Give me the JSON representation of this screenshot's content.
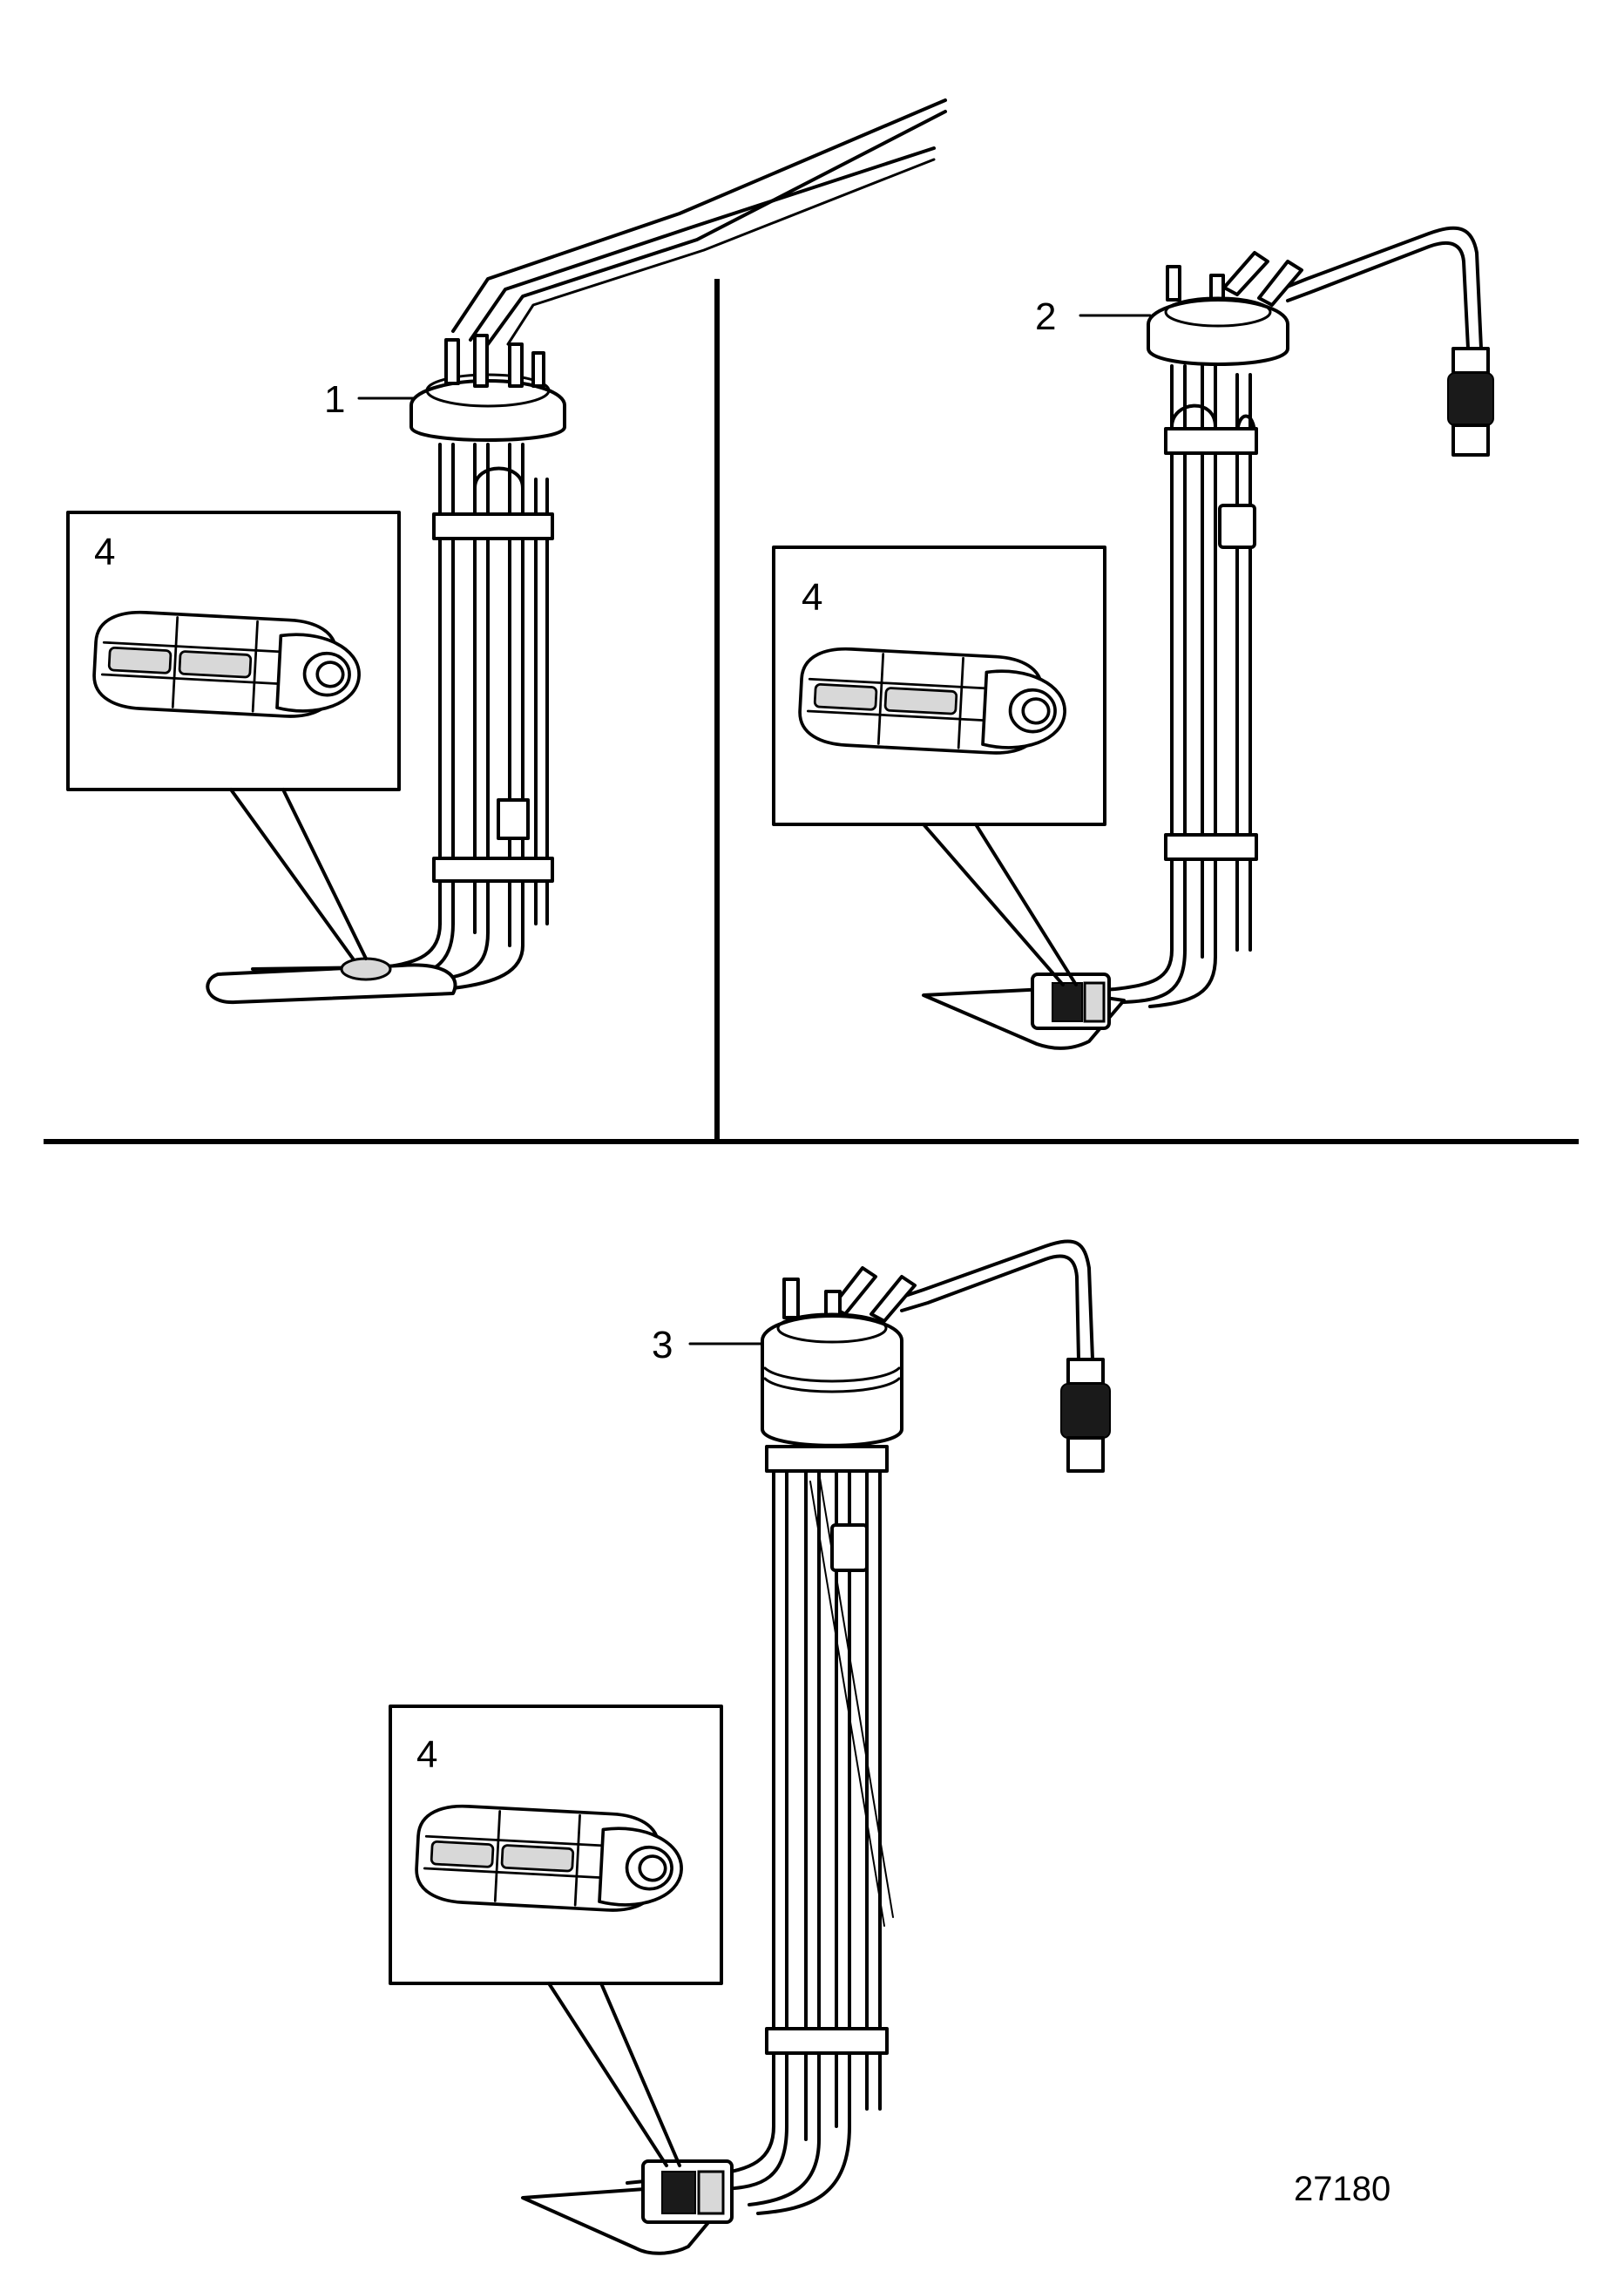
{
  "labels": {
    "callout_1": "1",
    "callout_2": "2",
    "callout_3": "3",
    "detail_callout": "4"
  },
  "drawing_number": "27180"
}
